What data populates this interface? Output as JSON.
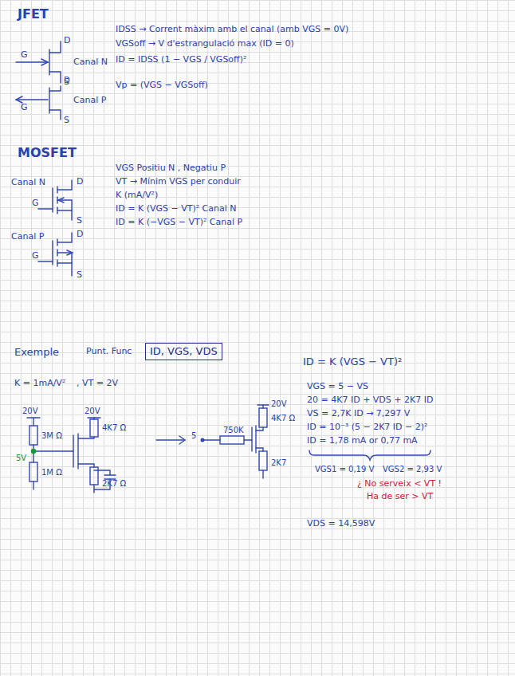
{
  "diagram": {
    "nodes": [
      {
        "text": [
          "ID, VGS, VDS"
        ]
      }
    ],
    "labels": [
      "JFET",
      "D",
      "G",
      "S",
      "Canal N",
      "D",
      "G",
      "S",
      "Canal P",
      "IDSS → Corrent màxim amb el canal (amb VGS = 0V)",
      "VGSoff → V d'estrangulació max (ID = 0)",
      "ID = IDSS (1 − VGS / VGSoff)²",
      "Vp = (VGS − VGSoff)",
      "MOSFET",
      "Canal N",
      "D",
      "G",
      "S",
      "Canal P",
      "D",
      "G",
      "S",
      "VGS Positiu N , Negatiu P",
      "VT → Mínim VGS per conduir",
      "K (mA/V²)",
      "ID = K (VGS − VT)² Canal N",
      "ID = K (−VGS − VT)² Canal P",
      "Exemple",
      "Punt. Func",
      "K = 1mA/V²",
      ", VT = 2V",
      "20V",
      "3M Ω",
      "5V",
      "1M Ω",
      "20V",
      "4K7 Ω",
      "2K7 Ω",
      "5",
      "750K",
      "20V",
      "4K7 Ω",
      "2K7",
      "ID = K (VGS − VT)²",
      "VGS = 5 − VS",
      "20 = 4K7 ID + VDS + 2K7 ID",
      "VS = 2,7K ID → 7,297 V",
      "ID = 10⁻³ (5 − 2K7 ID − 2)²",
      "ID = 1,78 mA or 0,77 mA",
      "VGS1 = 0,19 V",
      "VGS2 = 2,93 V",
      "¿ No serveix < VT !",
      "Ha de ser > VT",
      "VDS = 14,598V"
    ]
  }
}
